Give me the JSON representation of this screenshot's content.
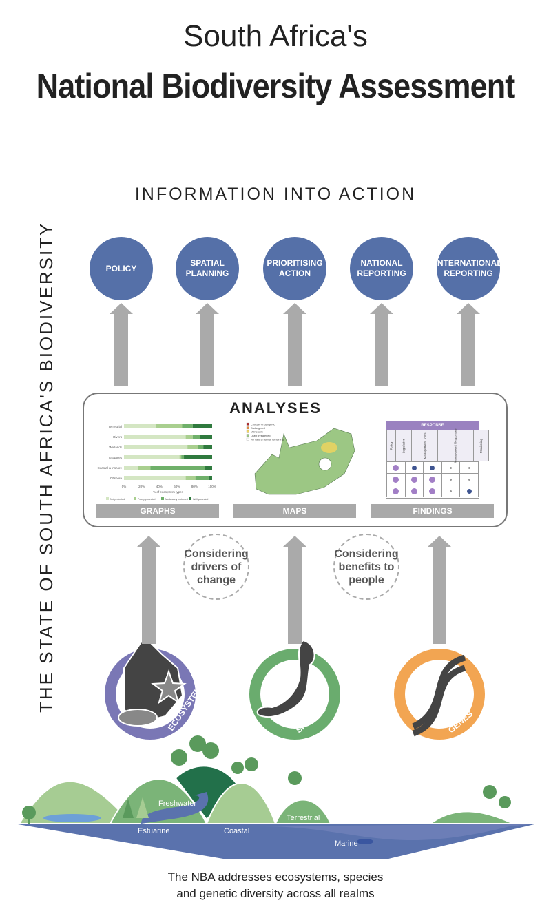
{
  "header": {
    "line1": "South Africa's",
    "line2": "National Biodiversity Assessment"
  },
  "subtitle": "INFORMATION INTO ACTION",
  "side_label": "THE STATE OF SOUTH AFRICA'S BIODIVERSITY",
  "actions": [
    "POLICY",
    "SPATIAL PLANNING",
    "PRIORITISING ACTION",
    "NATIONAL REPORTING",
    "INTERNATIONAL REPORTING"
  ],
  "analyses": {
    "title": "ANALYSES",
    "panels": [
      "GRAPHS",
      "MAPS",
      "FINDINGS"
    ],
    "graph": {
      "categories": [
        "Terrestrial",
        "Rivers",
        "Wetlands",
        "Estuaries",
        "Coastal & inshore",
        "Offshore"
      ],
      "series": [
        {
          "name": "Not protected",
          "color": "#d4e6c3",
          "values": [
            36,
            70,
            72,
            63,
            16,
            70
          ]
        },
        {
          "name": "Poorly protected",
          "color": "#a9cf8f",
          "values": [
            30,
            8,
            12,
            2,
            14,
            11
          ]
        },
        {
          "name": "Moderately protected",
          "color": "#6fb06a",
          "values": [
            12,
            8,
            6,
            3,
            62,
            15
          ]
        },
        {
          "name": "Well protected",
          "color": "#2f7a3e",
          "values": [
            22,
            14,
            10,
            32,
            8,
            4
          ]
        }
      ],
      "xticks": [
        "0%",
        "20%",
        "40%",
        "60%",
        "80%",
        "100%"
      ],
      "xlabel": "% of ecosystem types"
    },
    "map_legend": [
      {
        "label": "Critically endangered",
        "color": "#b0272c"
      },
      {
        "label": "Endangered",
        "color": "#e38b3c"
      },
      {
        "label": "Vulnerable",
        "color": "#f2d45c"
      },
      {
        "label": "Least threatened",
        "color": "#9cc784"
      },
      {
        "label": "No natural habitat remaining",
        "color": "#ffffff"
      }
    ],
    "findings": {
      "header": "RESPONSE",
      "columns": [
        "Policy",
        "Legislation",
        "Management Tools",
        "Management Responses",
        "Monitoring"
      ],
      "rows": [
        [
          "large-purple",
          "blue",
          "blue",
          "small",
          "small"
        ],
        [
          "large-purple",
          "large-purple",
          "large-purple",
          "small",
          "small"
        ],
        [
          "large-purple",
          "large-purple",
          "large-purple",
          "small",
          "blue"
        ]
      ]
    }
  },
  "considerations": [
    "Considering drivers of change",
    "Considering benefits to people"
  ],
  "components": [
    {
      "label": "ECOSYSTEMS",
      "color": "#7a77b5"
    },
    {
      "label": "SPECIES",
      "color": "#6aac6e"
    },
    {
      "label": "GENES",
      "color": "#f2a552"
    }
  ],
  "realms": [
    "Freshwater",
    "Estuarine",
    "Coastal",
    "Terrestrial",
    "Marine"
  ],
  "footer": [
    "The NBA addresses ecosystems, species",
    "and genetic diversity across all realms"
  ]
}
